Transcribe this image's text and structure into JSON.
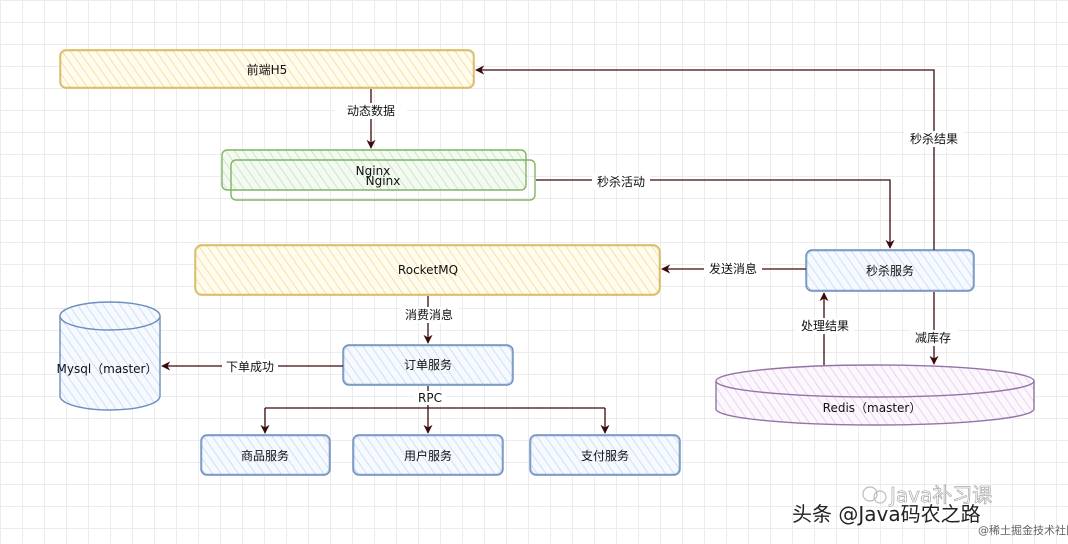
{
  "nodes": {
    "frontend": "前端H5",
    "nginx": "Nginx",
    "nginx_dup": "Nginx",
    "rocketmq": "RocketMQ",
    "seckill": "秒杀服务",
    "mysql": "Mysql（master）",
    "order": "订单服务",
    "redis": "Redis（master）",
    "goods": "商品服务",
    "user": "用户服务",
    "pay": "支付服务"
  },
  "edges": {
    "dynamic_data": "动态数据",
    "seckill_activity": "秒杀活动",
    "seckill_result": "秒杀结果",
    "send_message": "发送消息",
    "consume_message": "消费消息",
    "place_order": "下单成功",
    "rpc": "RPC",
    "process_result": "处理结果",
    "reduce_stock": "减库存"
  },
  "watermark": {
    "line1": "Java补习课",
    "line2": "头条 @Java码农之路",
    "line3": "@稀土掘金技术社区"
  },
  "colors": {
    "yellow_stroke": "#d6b656",
    "yellow_fill": "#fff2cc",
    "green_stroke": "#82b366",
    "green_fill": "#d5e8d4",
    "blue_stroke": "#6c8ebf",
    "blue_fill": "#dae8fc",
    "purple_stroke": "#9673a6",
    "purple_fill": "#e1d5e7",
    "arrow": "#3b0a0a"
  }
}
